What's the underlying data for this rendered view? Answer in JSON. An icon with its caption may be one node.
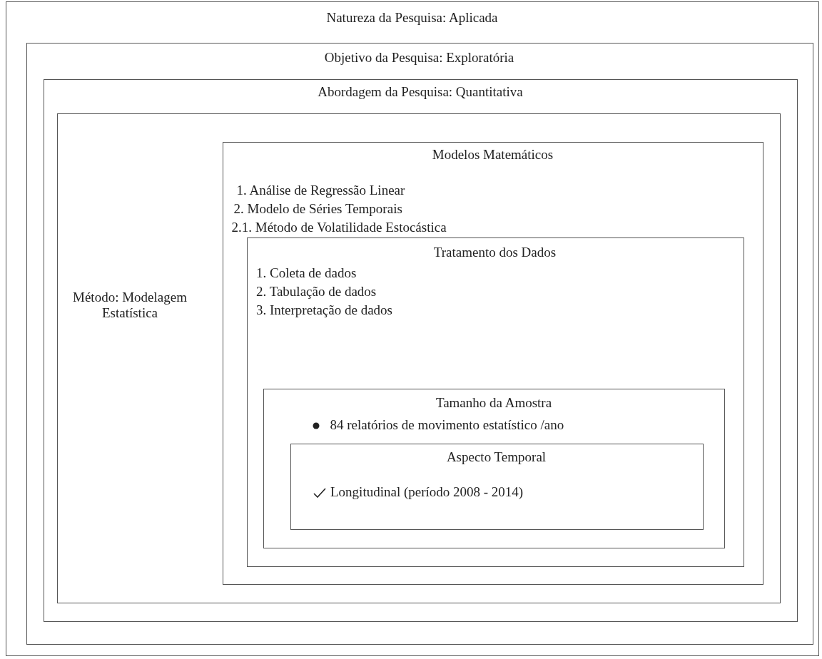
{
  "diagram": {
    "nodes": [
      {
        "text": [
          "Natureza da Pesquisa: Aplicada"
        ]
      },
      {
        "text": [
          "Objetivo da Pesquisa: Exploratória"
        ],
        "in": 0
      },
      {
        "text": [
          "Abordagem da Pesquisa: Quantitativa"
        ],
        "in": 1
      },
      {
        "text": [
          "Método: Modelagem Estatística"
        ],
        "in": 2
      },
      {
        "text": [
          "Modelos Matemáticos",
          "1. Análise de Regressão Linear",
          "2. Modelo de Séries Temporais",
          "2.1. Método de Volatilidade Estocástica"
        ],
        "in": 3
      },
      {
        "text": [
          "Tratamento dos Dados",
          "1. Coleta de dados",
          "2. Tabulação de dados",
          "3. Interpretação de dados"
        ],
        "in": 4
      },
      {
        "text": [
          "Tamanho da Amostra",
          "84 relatórios de movimento estatístico /ano"
        ],
        "in": 5
      },
      {
        "text": [
          "Aspecto Temporal",
          "Longitudinal (período 2008 - 2014)"
        ],
        "in": 6
      }
    ]
  }
}
